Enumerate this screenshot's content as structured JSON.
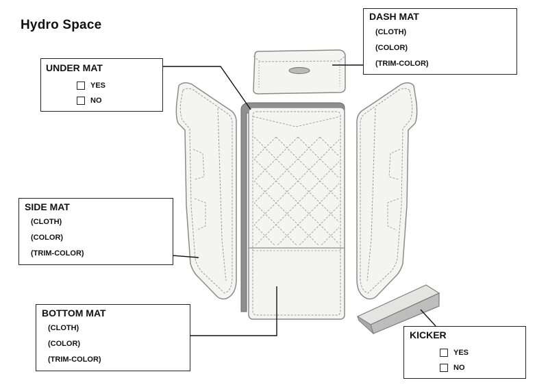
{
  "title": "Hydro Space",
  "dash_mat": {
    "label": "DASH MAT",
    "options": [
      "(CLOTH)",
      "(COLOR)",
      "(TRIM-COLOR)"
    ]
  },
  "under_mat": {
    "label": "UNDER MAT",
    "choices": [
      {
        "label": "YES",
        "checked": false
      },
      {
        "label": "NO",
        "checked": false
      }
    ]
  },
  "side_mat": {
    "label": "SIDE MAT",
    "options": [
      "(CLOTH)",
      "(COLOR)",
      "(TRIM-COLOR)"
    ]
  },
  "bottom_mat": {
    "label": "BOTTOM MAT",
    "options": [
      "(CLOTH)",
      "(COLOR)",
      "(TRIM-COLOR)"
    ]
  },
  "kicker": {
    "label": "KICKER",
    "choices": [
      {
        "label": "YES",
        "checked": false
      },
      {
        "label": "NO",
        "checked": false
      }
    ]
  },
  "colors": {
    "outline": "#8a8a8a",
    "panel_fill": "#f4f4f2",
    "stitch": "#9a9a9a",
    "under_mat_fill": "#8f8f8f",
    "kicker_fill": "#cfcfcf",
    "leader": "#111111"
  }
}
